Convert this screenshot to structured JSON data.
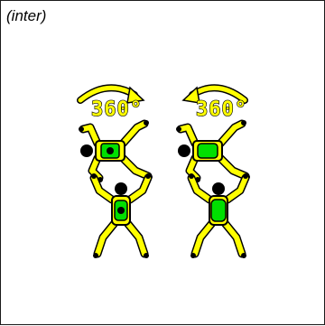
{
  "caption": "(inter)",
  "colors": {
    "suit": "#ffff00",
    "highlight": "#00e000",
    "outline": "#000000"
  },
  "panels": [
    {
      "rotation_label": "360°",
      "rotation_direction": "clockwise",
      "top_jumper_highlight": "ring",
      "bottom_jumper_highlight": "ring"
    },
    {
      "rotation_label": "360°",
      "rotation_direction": "counter-clockwise",
      "top_jumper_highlight": "solid",
      "bottom_jumper_highlight": "solid"
    }
  ]
}
